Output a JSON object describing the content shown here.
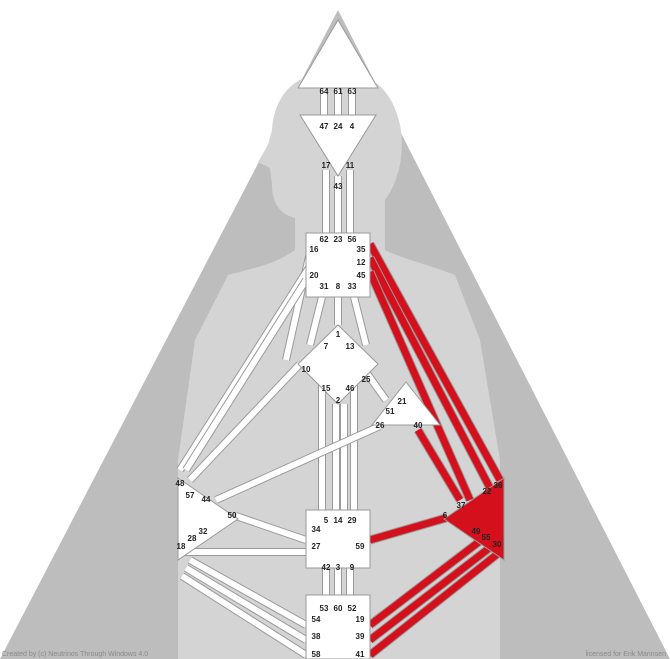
{
  "colors": {
    "background": "#ffffff",
    "outer_triangle": "#bdbdbd",
    "silhouette": "#d4d4d4",
    "center_fill": "#ffffff",
    "channel_outline": "#9a9a9a",
    "defined_red": "#d4101c",
    "label": "#222222",
    "credit": "#8a8a8a"
  },
  "credits": {
    "left": "Created by (c) Neutrinos Through Windows 4.0",
    "right": "licensed for Erik Mannsen"
  },
  "defined_centers": [
    "solar-plexus"
  ],
  "defined_channels": [
    "35-36",
    "12-22",
    "37-40",
    "39-55",
    "19-49",
    "41-30",
    "6-59"
  ],
  "gates": [
    {
      "id": "g64",
      "label": "64"
    },
    {
      "id": "g61",
      "label": "61"
    },
    {
      "id": "g63",
      "label": "63"
    },
    {
      "id": "g47",
      "label": "47"
    },
    {
      "id": "g24",
      "label": "24"
    },
    {
      "id": "g4",
      "label": "4"
    },
    {
      "id": "g17",
      "label": "17"
    },
    {
      "id": "g11",
      "label": "11"
    },
    {
      "id": "g43",
      "label": "43"
    },
    {
      "id": "g62",
      "label": "62"
    },
    {
      "id": "g23",
      "label": "23"
    },
    {
      "id": "g56",
      "label": "56"
    },
    {
      "id": "g16",
      "label": "16"
    },
    {
      "id": "g35",
      "label": "35"
    },
    {
      "id": "g12",
      "label": "12"
    },
    {
      "id": "g20",
      "label": "20"
    },
    {
      "id": "g45",
      "label": "45"
    },
    {
      "id": "g31",
      "label": "31"
    },
    {
      "id": "g8",
      "label": "8"
    },
    {
      "id": "g33",
      "label": "33"
    },
    {
      "id": "g1",
      "label": "1"
    },
    {
      "id": "g7",
      "label": "7"
    },
    {
      "id": "g13",
      "label": "13"
    },
    {
      "id": "g10",
      "label": "10"
    },
    {
      "id": "g25",
      "label": "25"
    },
    {
      "id": "g15",
      "label": "15"
    },
    {
      "id": "g46",
      "label": "46"
    },
    {
      "id": "g2",
      "label": "2"
    },
    {
      "id": "g21",
      "label": "21"
    },
    {
      "id": "g51",
      "label": "51"
    },
    {
      "id": "g26",
      "label": "26"
    },
    {
      "id": "g40",
      "label": "40"
    },
    {
      "id": "g48",
      "label": "48"
    },
    {
      "id": "g57",
      "label": "57"
    },
    {
      "id": "g44",
      "label": "44"
    },
    {
      "id": "g50",
      "label": "50"
    },
    {
      "id": "g32",
      "label": "32"
    },
    {
      "id": "g28",
      "label": "28"
    },
    {
      "id": "g18",
      "label": "18"
    },
    {
      "id": "g36",
      "label": "36"
    },
    {
      "id": "g22",
      "label": "22"
    },
    {
      "id": "g37",
      "label": "37"
    },
    {
      "id": "g6",
      "label": "6"
    },
    {
      "id": "g49",
      "label": "49"
    },
    {
      "id": "g55",
      "label": "55"
    },
    {
      "id": "g30",
      "label": "30"
    },
    {
      "id": "g5",
      "label": "5"
    },
    {
      "id": "g14",
      "label": "14"
    },
    {
      "id": "g29",
      "label": "29"
    },
    {
      "id": "g34",
      "label": "34"
    },
    {
      "id": "g27",
      "label": "27"
    },
    {
      "id": "g59",
      "label": "59"
    },
    {
      "id": "g42",
      "label": "42"
    },
    {
      "id": "g3",
      "label": "3"
    },
    {
      "id": "g9",
      "label": "9"
    },
    {
      "id": "g53",
      "label": "53"
    },
    {
      "id": "g60",
      "label": "60"
    },
    {
      "id": "g52",
      "label": "52"
    },
    {
      "id": "g54",
      "label": "54"
    },
    {
      "id": "g38",
      "label": "38"
    },
    {
      "id": "g58",
      "label": "58"
    },
    {
      "id": "g19",
      "label": "19"
    },
    {
      "id": "g39",
      "label": "39"
    },
    {
      "id": "g41",
      "label": "41"
    }
  ]
}
